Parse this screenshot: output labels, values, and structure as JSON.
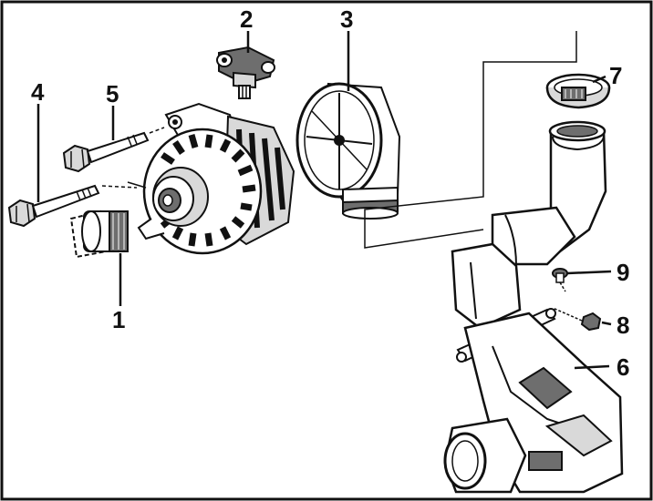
{
  "callouts": {
    "c1": "1",
    "c2": "2",
    "c3": "3",
    "c4": "4",
    "c5": "5",
    "c6": "6",
    "c7": "7",
    "c8": "8",
    "c9": "9"
  },
  "colors": {
    "ink": "#111111",
    "paper": "#ffffff",
    "shade": "#6e6e6e",
    "light": "#d9d9d9"
  }
}
